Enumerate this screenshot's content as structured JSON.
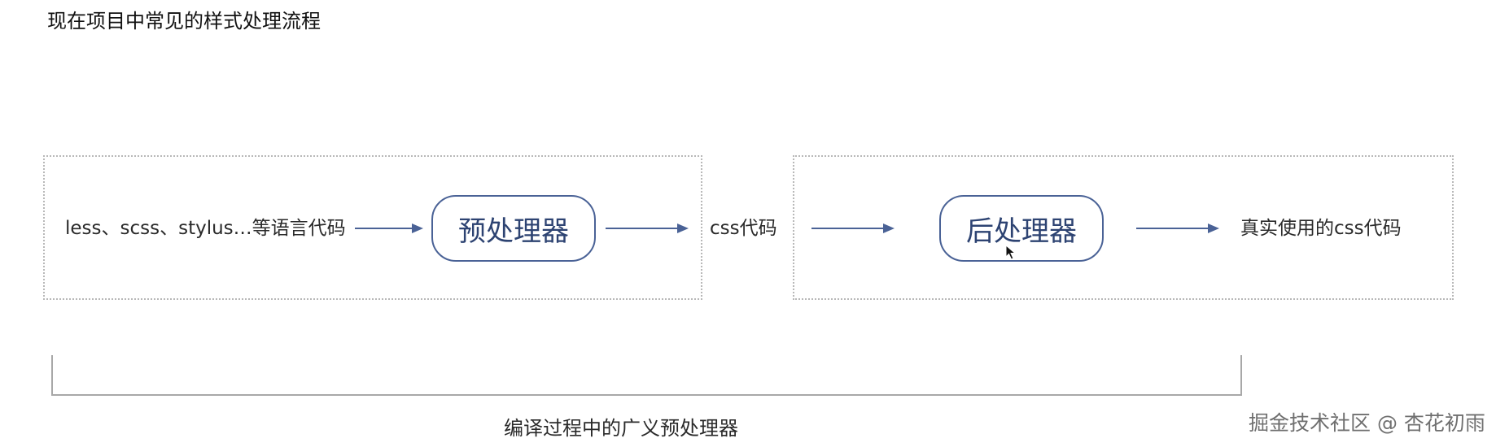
{
  "title": "现在项目中常见的样式处理流程",
  "pipeline": {
    "source_label": "less、scss、stylus…等语言代码",
    "pre_processor": "预处理器",
    "intermediate_label": "css代码",
    "post_processor": "后处理器",
    "output_label": "真实使用的css代码"
  },
  "bracket_caption": "编译过程中的广义预处理器",
  "watermark": "掘金技术社区 @ 杏花初雨",
  "colors": {
    "node_border": "#4a6296",
    "node_text": "#2d4372",
    "arrow": "#4a6296",
    "group_border": "#b8b8b8"
  }
}
